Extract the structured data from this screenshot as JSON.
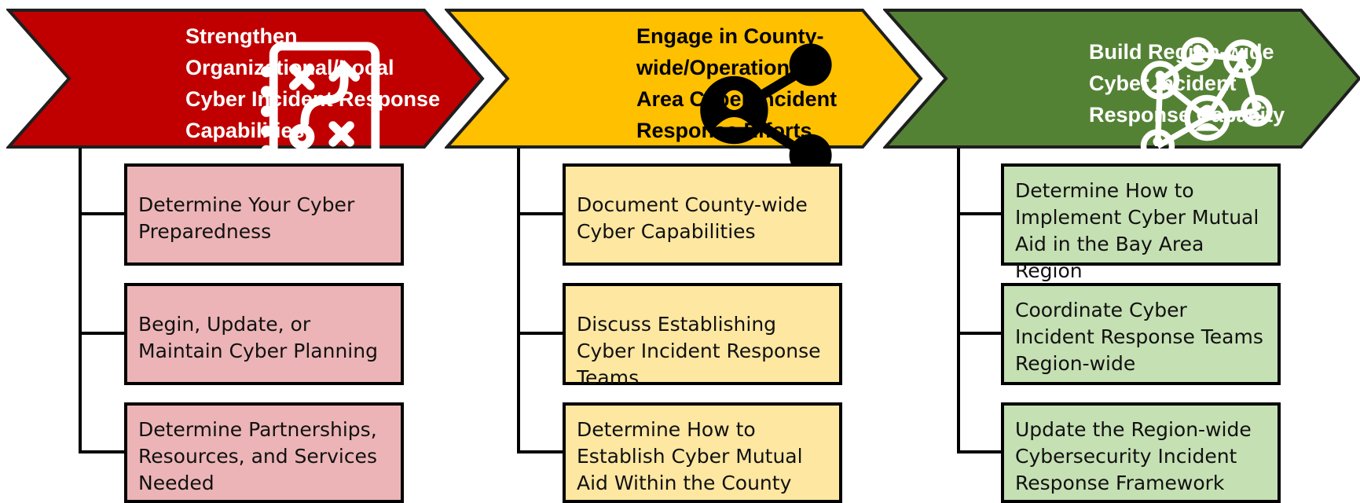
{
  "columns": [
    {
      "title_lines": [
        "Strengthen",
        "Organizational/Local",
        "Cyber Incident Response",
        "Capabilities"
      ],
      "icon": "strategy-plan-icon",
      "color": "#c00000",
      "box_color": "#ecb4b6",
      "items": [
        "Determine Your Cyber Preparedness",
        "Begin, Update, or Maintain Cyber Planning",
        "Determine Partnerships, Resources, and Services Needed"
      ]
    },
    {
      "title_lines": [
        "Engage in County-",
        "wide/Operational",
        "Area Cyber Incident",
        "Response Efforts"
      ],
      "icon": "share-network-icon",
      "color": "#ffc000",
      "box_color": "#fde7a1",
      "items": [
        "Document County-wide Cyber Capabilities",
        "Discuss Establishing Cyber Incident Response Teams",
        "Determine How to Establish Cyber Mutual Aid Within the County"
      ]
    },
    {
      "title_lines": [
        "Build Region-wide",
        "Cyber Incident",
        "Response Capacity"
      ],
      "icon": "people-network-icon",
      "color": "#548235",
      "box_color": "#c5e0b3",
      "items": [
        "Determine How to Implement Cyber Mutual Aid in the Bay Area Region",
        "Coordinate Cyber Incident Response Teams Region-wide",
        "Update the Region-wide Cybersecurity Incident Response Framework"
      ]
    }
  ]
}
